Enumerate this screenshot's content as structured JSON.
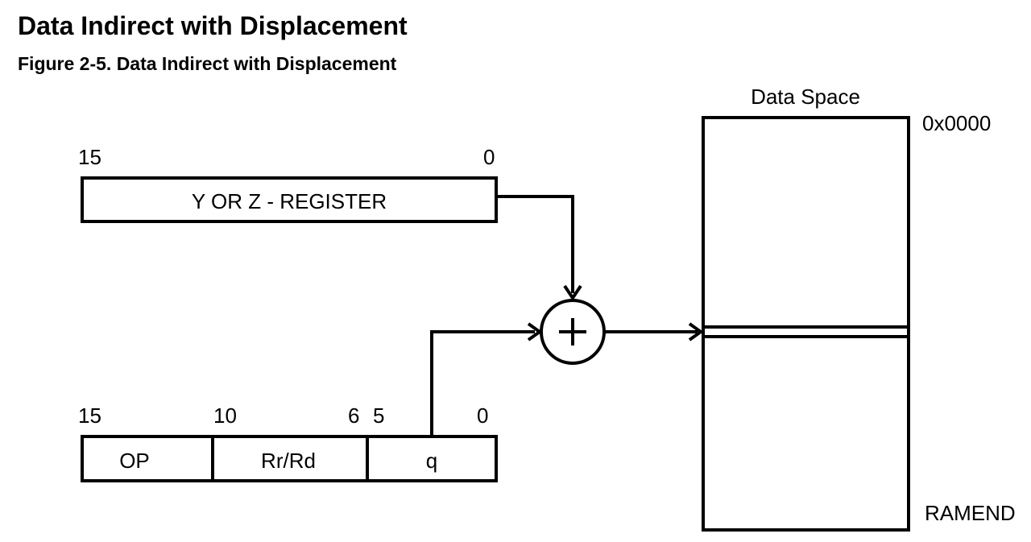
{
  "title": "Data Indirect with Displacement",
  "figure_caption": "Figure 2-5.  Data Indirect with Displacement",
  "register": {
    "label": "Y OR Z - REGISTER",
    "bit_high": "15",
    "bit_low": "0"
  },
  "instruction": {
    "bits": {
      "b15": "15",
      "b10": "10",
      "b6": "6",
      "b5": "5",
      "b0": "0"
    },
    "fields": {
      "op": "OP",
      "rr_rd": "Rr/Rd",
      "q": "q"
    }
  },
  "adder_symbol": "+",
  "data_space": {
    "title": "Data Space",
    "start_address": "0x0000",
    "end_address": "RAMEND"
  }
}
